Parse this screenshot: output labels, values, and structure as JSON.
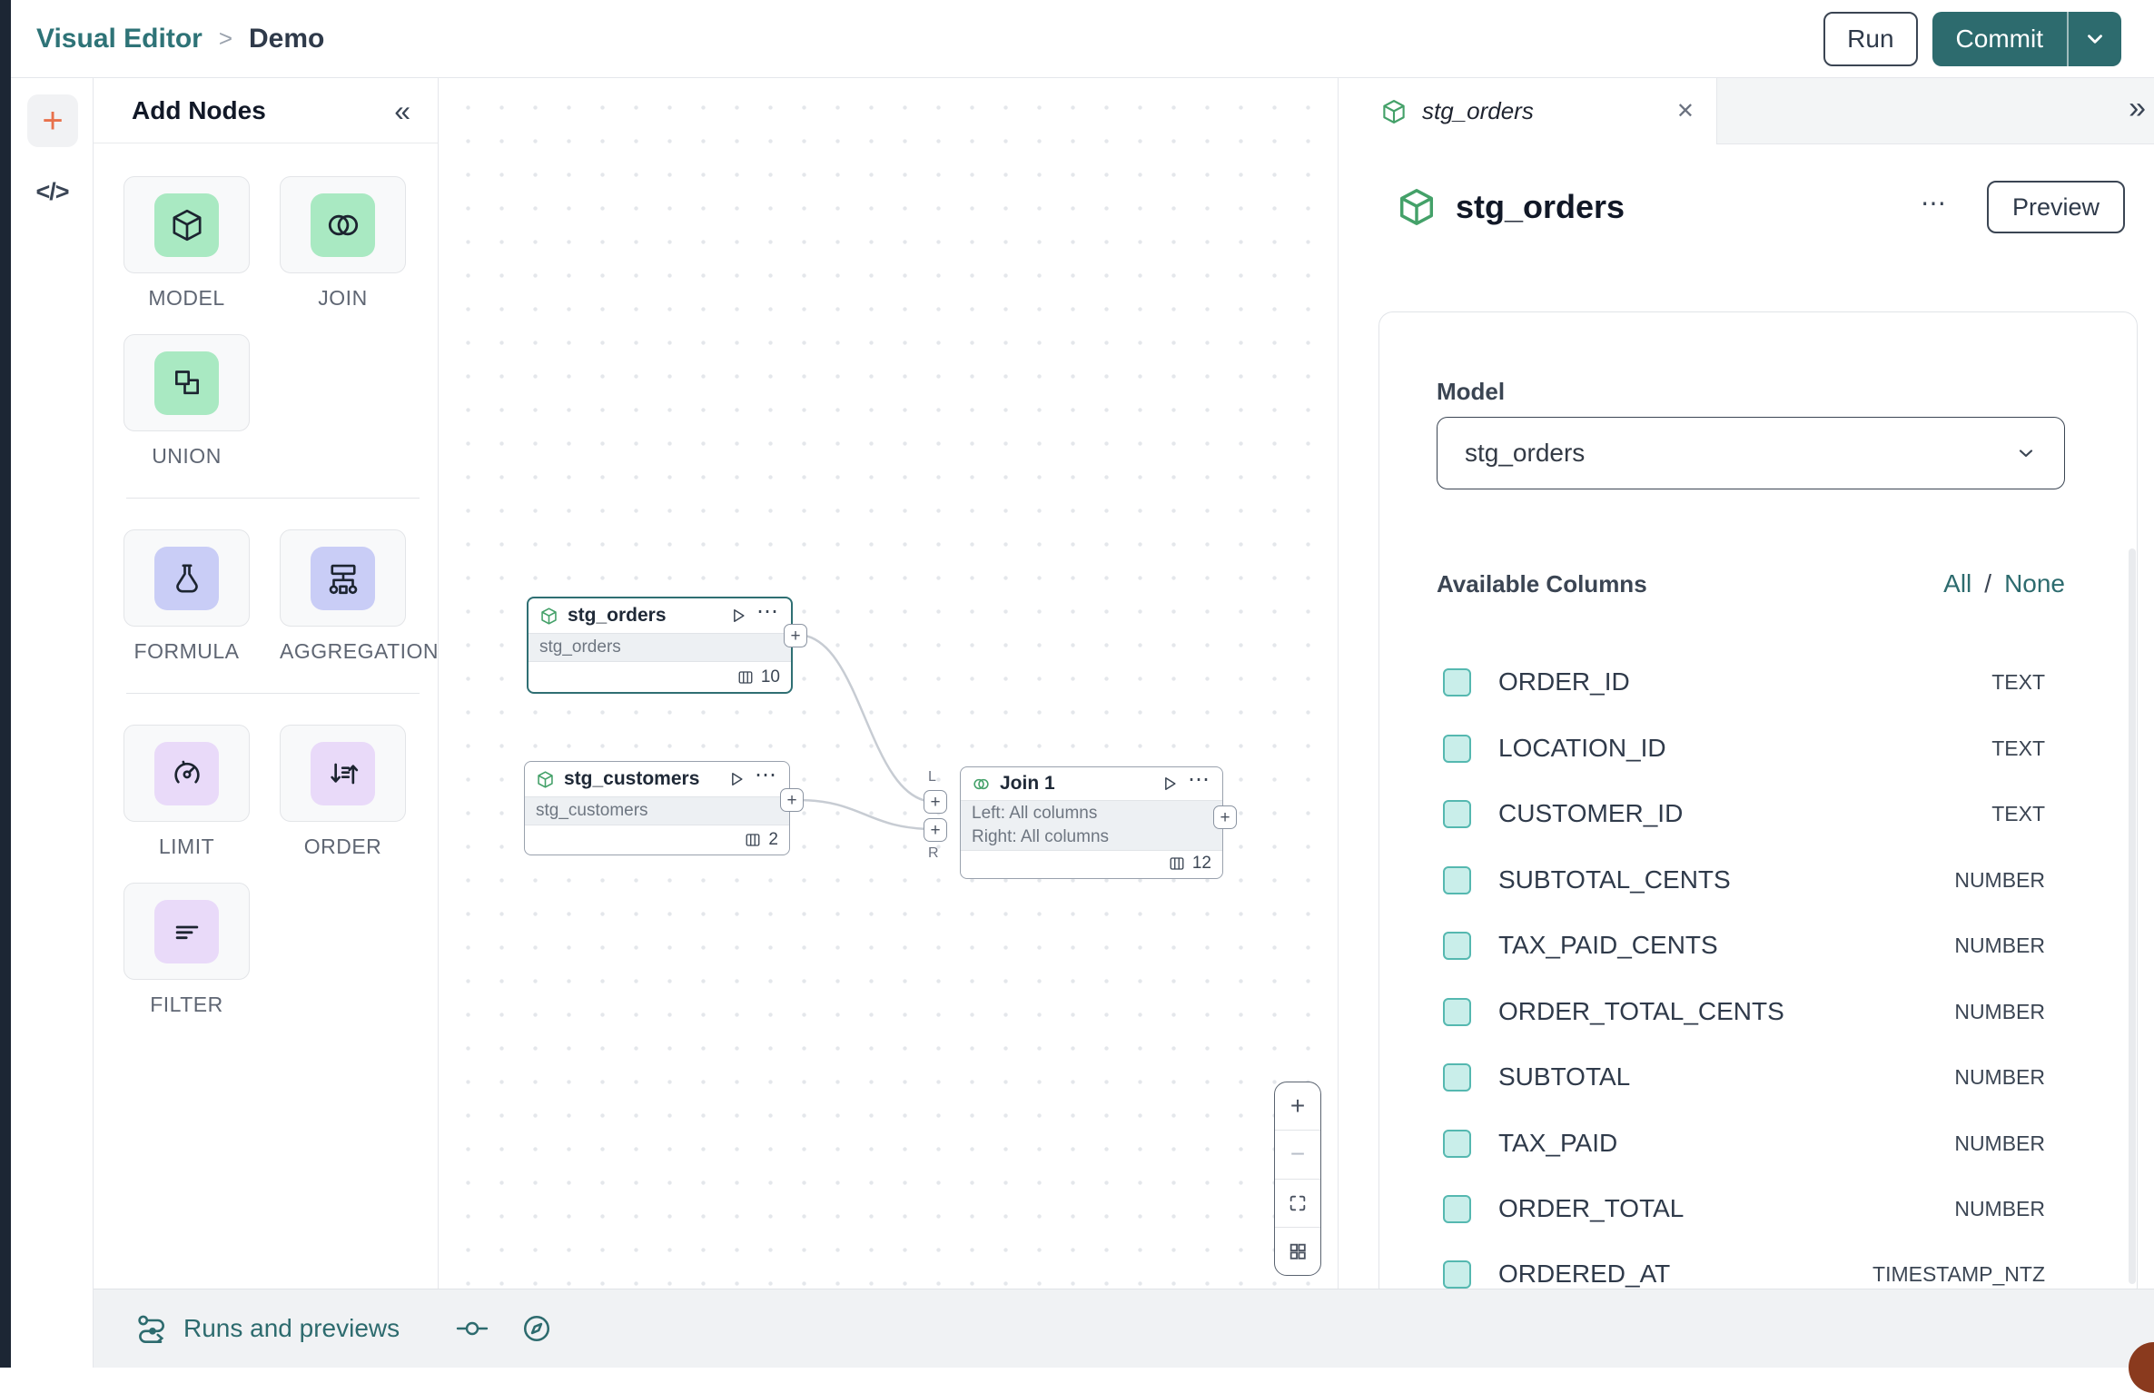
{
  "topbar": {
    "breadcrumb_root": "Visual Editor",
    "breadcrumb_sep": ">",
    "breadcrumb_current": "Demo",
    "run_label": "Run",
    "commit_label": "Commit"
  },
  "icons": {
    "plus": "+",
    "minus": "−",
    "more": "⋯",
    "close": "✕",
    "collapse": "«",
    "expand": "»",
    "code": "</>"
  },
  "add_nodes": {
    "title": "Add Nodes",
    "items": [
      {
        "label": "MODEL",
        "tile": "green"
      },
      {
        "label": "JOIN",
        "tile": "green"
      },
      {
        "label": "UNION",
        "tile": "green"
      },
      {
        "label": "FORMULA",
        "tile": "indigo"
      },
      {
        "label": "AGGREGATION",
        "tile": "indigo"
      },
      {
        "label": "LIMIT",
        "tile": "purple"
      },
      {
        "label": "ORDER",
        "tile": "purple"
      },
      {
        "label": "FILTER",
        "tile": "purple"
      }
    ]
  },
  "canvas": {
    "nodes": [
      {
        "title": "stg_orders",
        "subtitle": "stg_orders",
        "column_count": "10",
        "selected": true
      },
      {
        "title": "stg_customers",
        "subtitle": "stg_customers",
        "column_count": "2",
        "selected": false
      },
      {
        "title": "Join 1",
        "body_line1": "Left: All columns",
        "body_line2": "Right: All columns",
        "column_count": "12",
        "left_port_label": "L",
        "right_port_label": "R"
      }
    ]
  },
  "right_panel": {
    "tab": {
      "title": "stg_orders"
    },
    "header": {
      "title": "stg_orders",
      "preview_label": "Preview"
    },
    "model_section": {
      "label": "Model",
      "selected_value": "stg_orders"
    },
    "columns_section": {
      "title": "Available Columns",
      "all_label": "All",
      "separator": "/",
      "none_label": "None",
      "columns": [
        {
          "name": "ORDER_ID",
          "type": "TEXT",
          "checked": true
        },
        {
          "name": "LOCATION_ID",
          "type": "TEXT",
          "checked": true
        },
        {
          "name": "CUSTOMER_ID",
          "type": "TEXT",
          "checked": true
        },
        {
          "name": "SUBTOTAL_CENTS",
          "type": "NUMBER",
          "checked": true
        },
        {
          "name": "TAX_PAID_CENTS",
          "type": "NUMBER",
          "checked": true
        },
        {
          "name": "ORDER_TOTAL_CENTS",
          "type": "NUMBER",
          "checked": true
        },
        {
          "name": "SUBTOTAL",
          "type": "NUMBER",
          "checked": true
        },
        {
          "name": "TAX_PAID",
          "type": "NUMBER",
          "checked": true
        },
        {
          "name": "ORDER_TOTAL",
          "type": "NUMBER",
          "checked": true
        },
        {
          "name": "ORDERED_AT",
          "type": "TIMESTAMP_NTZ",
          "checked": true
        }
      ]
    }
  },
  "bottom_bar": {
    "runs_label": "Runs and previews"
  },
  "colors": {
    "accent_teal": "#2d6b6e",
    "breadcrumb_teal": "#2e7377",
    "accent_orange": "#e8714b",
    "tile_green": "#a9e9c2",
    "tile_indigo": "#c9cdf6",
    "tile_purple": "#e9daf9",
    "cube_icon_green": "#44a169",
    "checkbox_fill": "#c9eeea",
    "checkbox_border": "#55b8b0",
    "selected_node_border": "#2f6f73",
    "dark_rail": "#1c2634",
    "corner_blob": "#8a3a1e"
  }
}
